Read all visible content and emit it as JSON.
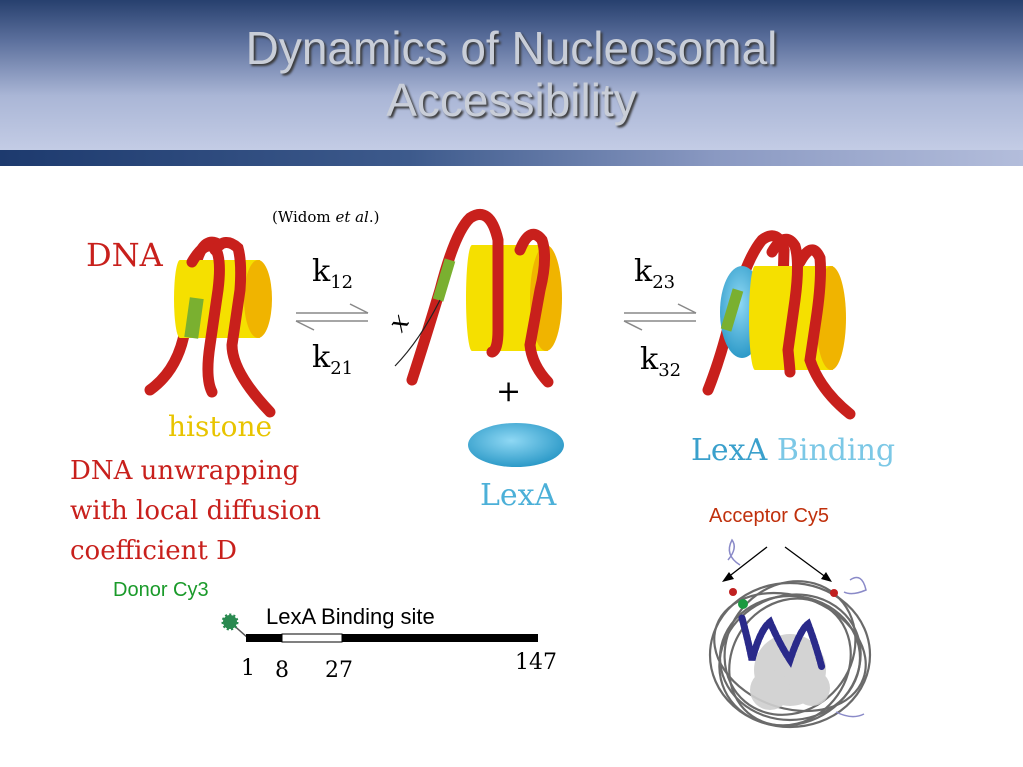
{
  "slide": {
    "title_line1": "Dynamics of Nucleosomal",
    "title_line2": "Accessibility"
  },
  "citation": {
    "prefix": "(Widom ",
    "italic": "et al",
    "suffix": ".)"
  },
  "labels": {
    "dna": "DNA",
    "histone": "histone",
    "unwrap_line1": "DNA unwrapping",
    "unwrap_line2": "with local diffusion",
    "unwrap_line3": "coefficient D",
    "plus": "+",
    "lexa": "LexA",
    "lexa_binding_1": "LexA",
    "lexa_binding_2": "Binding",
    "x": "x"
  },
  "rates": {
    "k12_base": "k",
    "k12_sub": "12",
    "k21_base": "k",
    "k21_sub": "21",
    "k23_base": "k",
    "k23_sub": "23",
    "k32_base": "k",
    "k32_sub": "32"
  },
  "fret": {
    "donor": "Donor Cy3",
    "acceptor": "Acceptor Cy5",
    "site_label": "LexA Binding site",
    "pos_1": "1",
    "pos_8": "8",
    "pos_27": "27",
    "pos_147": "147"
  },
  "colors": {
    "dna_red": "#c8201c",
    "histone_yellow": "#f5e000",
    "histone_orange": "#f0b400",
    "site_green": "#7ab030",
    "lexa_blue": "#4cb0d8",
    "donor_green": "#2a8a50"
  }
}
